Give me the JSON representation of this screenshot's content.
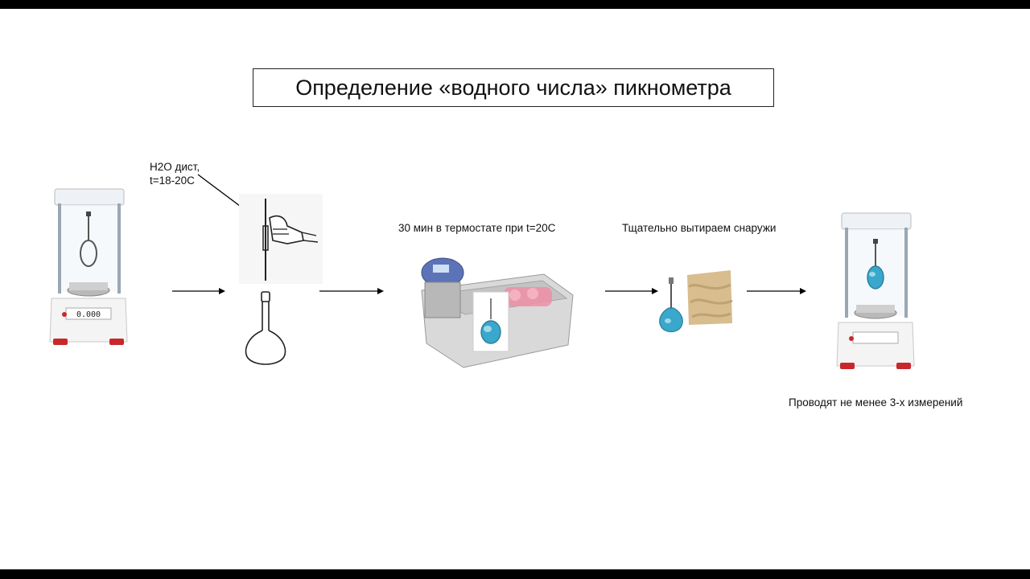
{
  "title": "Определение «водного числа» пикнометра",
  "labels": {
    "water_line1": "H2O дист,",
    "water_line2": "t=18-20C",
    "thermostat": "30 мин в термостате при t=20C",
    "wipe": "Тщательно вытираем снаружи",
    "repeat": "Проводят не менее 3-х измерений"
  },
  "balance_display": "0.000",
  "colors": {
    "water": "#3aa7cc",
    "cloth": "#d8bd8f",
    "bath_fruit": "#ef8fa6",
    "balance_feet": "#c8282b"
  }
}
